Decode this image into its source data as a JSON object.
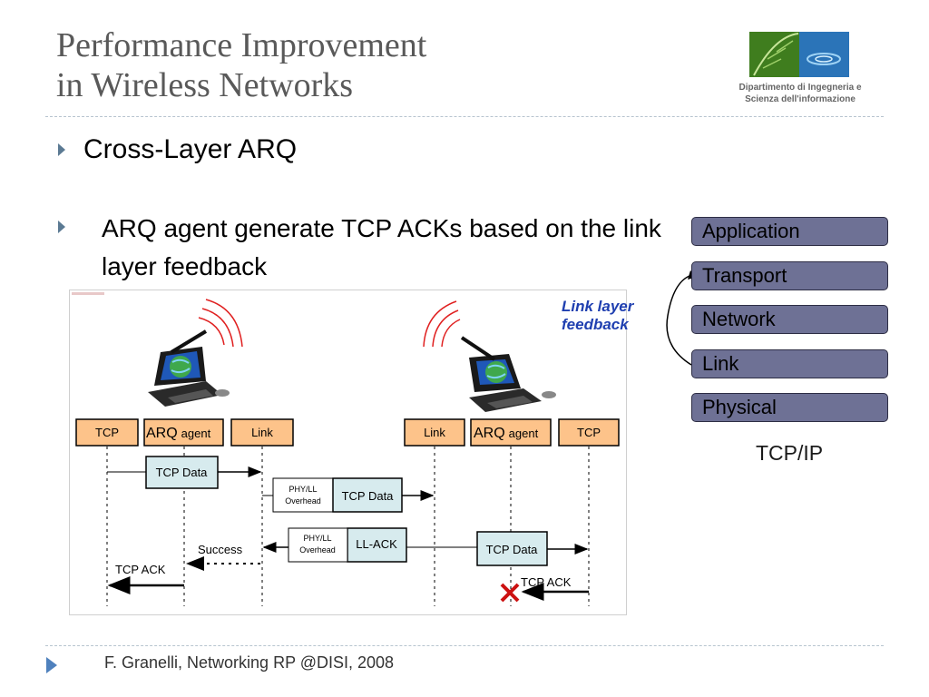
{
  "slide": {
    "title_line1": "Performance Improvement",
    "title_line2": "in Wireless Networks",
    "dept_line1": "Dipartimento di   Ingegneria e",
    "dept_line2": "Scienza dell'informazione"
  },
  "bullets": {
    "b1": "Cross-Layer ARQ",
    "b2": "ARQ agent generate TCP ACKs based on the link layer feedback"
  },
  "diagram": {
    "tcp": "TCP",
    "arq": "ARQ",
    "agent": "agent",
    "link": "Link",
    "tcp_data": "TCP Data",
    "phy_ll_line1": "PHY/LL",
    "phy_ll_line2": "Overhead",
    "ll_ack": "LL-ACK",
    "success": "Success",
    "tcp_ack": "TCP ACK",
    "link_feedback_line1": "Link layer",
    "link_feedback_line2": "feedback"
  },
  "stack": {
    "layers": [
      "Application",
      "Transport",
      "Network",
      "Link",
      "Physical"
    ],
    "caption": "TCP/IP"
  },
  "colors": {
    "layer_fill": "#6e7195",
    "header_box": "#fdc38a",
    "data_box": "#d7ebee",
    "feedback_text": "#1f3fb0",
    "error_mark": "#cc1111"
  },
  "footer": {
    "text": "F. Granelli, Networking RP @DISI, 2008"
  }
}
